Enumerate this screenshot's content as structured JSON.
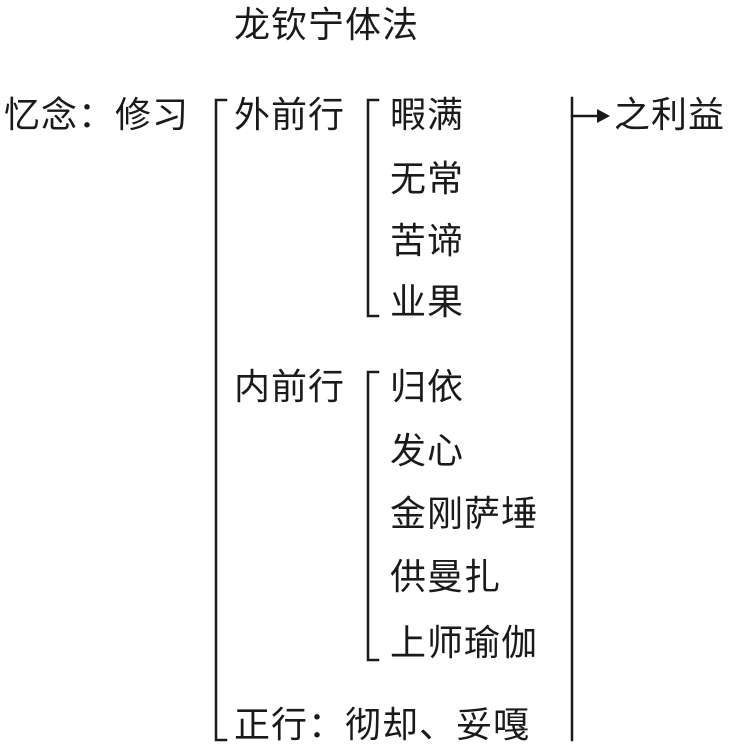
{
  "title": "龙钦宁体法",
  "root": "忆念：修习",
  "branches": [
    {
      "label": "外前行",
      "items": [
        "暇满",
        "无常",
        "苦谛",
        "业果"
      ]
    },
    {
      "label": "内前行",
      "items": [
        "归依",
        "发心",
        "金刚萨埵",
        "供曼扎",
        "上师瑜伽"
      ]
    },
    {
      "label": "正行：彻却、妥嘎",
      "items": []
    }
  ],
  "result": "之利益",
  "colors": {
    "ink": "#1a1a1a",
    "background": "#ffffff"
  }
}
